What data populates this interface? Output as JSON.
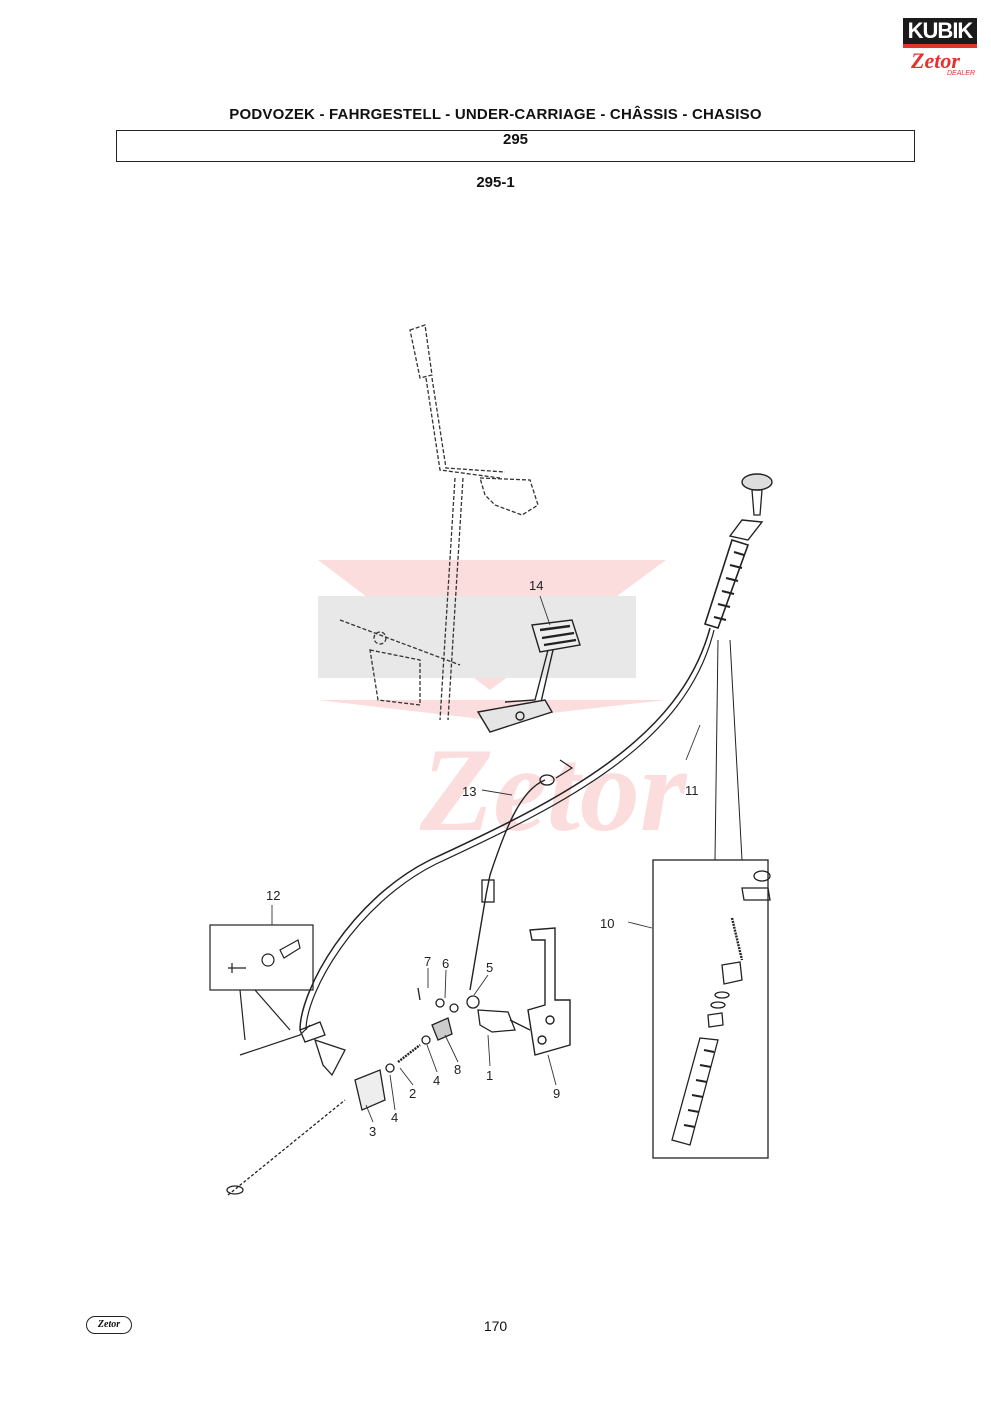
{
  "brand": {
    "kubik": "KUBIK",
    "zetor": "Zetor",
    "dealer": "DEALER"
  },
  "header": {
    "title": "PODVOZEK - FAHRGESTELL - UNDER-CARRIAGE - CHÂSSIS - CHASISO",
    "group_code": "295",
    "figure_code": "295-1"
  },
  "callouts": {
    "c1": "1",
    "c2": "2",
    "c3": "3",
    "c4a": "4",
    "c4b": "4",
    "c5": "5",
    "c6": "6",
    "c7": "7",
    "c8": "8",
    "c9": "9",
    "c10": "10",
    "c11": "11",
    "c12": "12",
    "c13": "13",
    "c14": "14"
  },
  "footer": {
    "page_number": "170",
    "logo": "Zetor"
  }
}
